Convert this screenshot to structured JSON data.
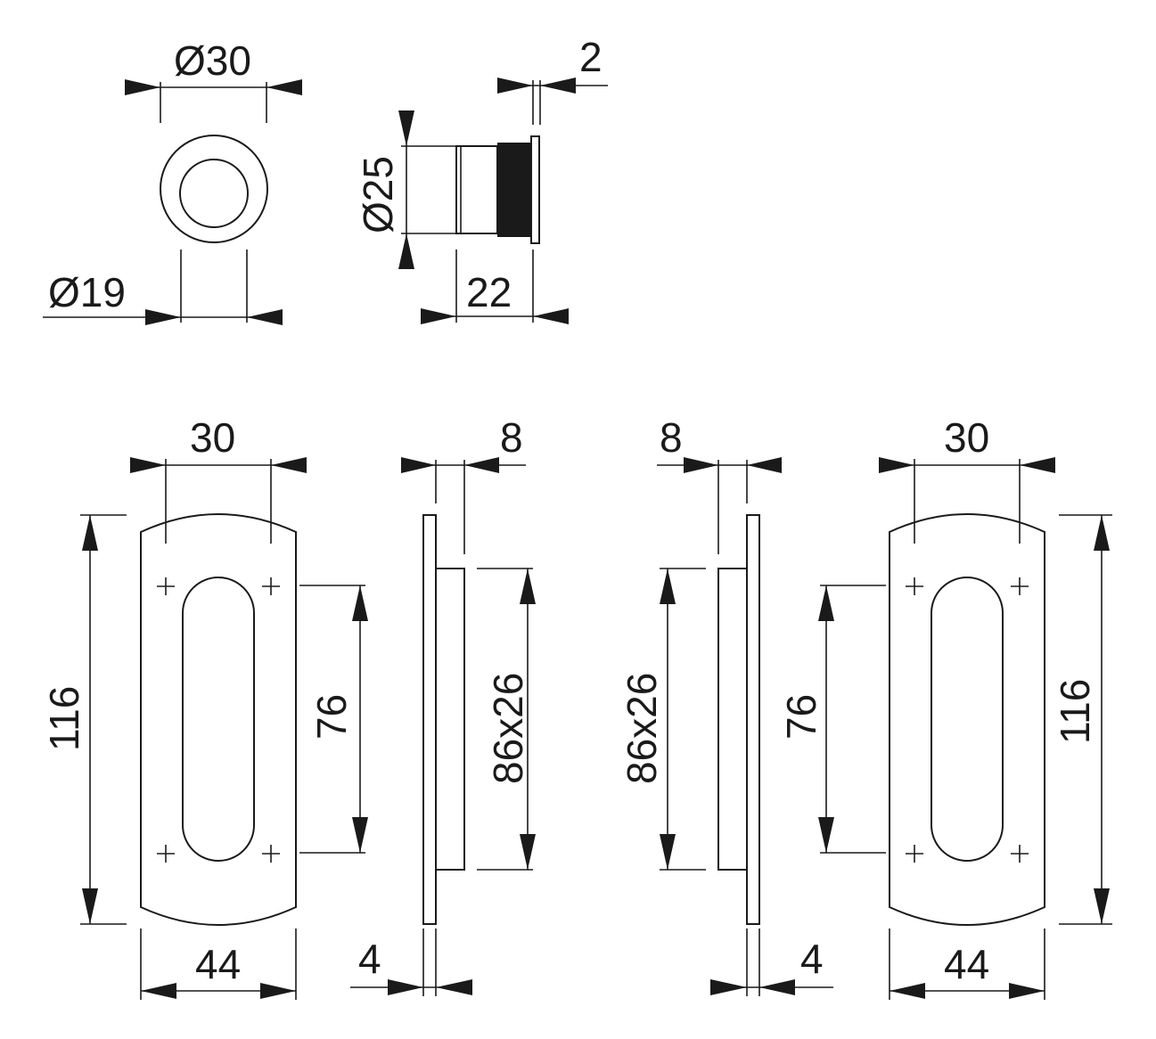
{
  "dimensions": {
    "top_outer_dia": "Ø30",
    "top_inner_dia": "Ø19",
    "side_dia": "Ø25",
    "side_flange": "2",
    "side_depth": "22",
    "left_hole_spacing": "30",
    "left_height": "116",
    "left_screw_spacing": "76",
    "left_width": "44",
    "left_side_depth": "8",
    "left_recess": "86x26",
    "left_plate_thickness": "4",
    "right_side_depth": "8",
    "right_recess": "86x26",
    "right_plate_thickness": "4",
    "right_hole_spacing": "30",
    "right_screw_spacing": "76",
    "right_height": "116",
    "right_width": "44"
  },
  "colors": {
    "line": "#1a1a1a",
    "background": "#ffffff"
  }
}
